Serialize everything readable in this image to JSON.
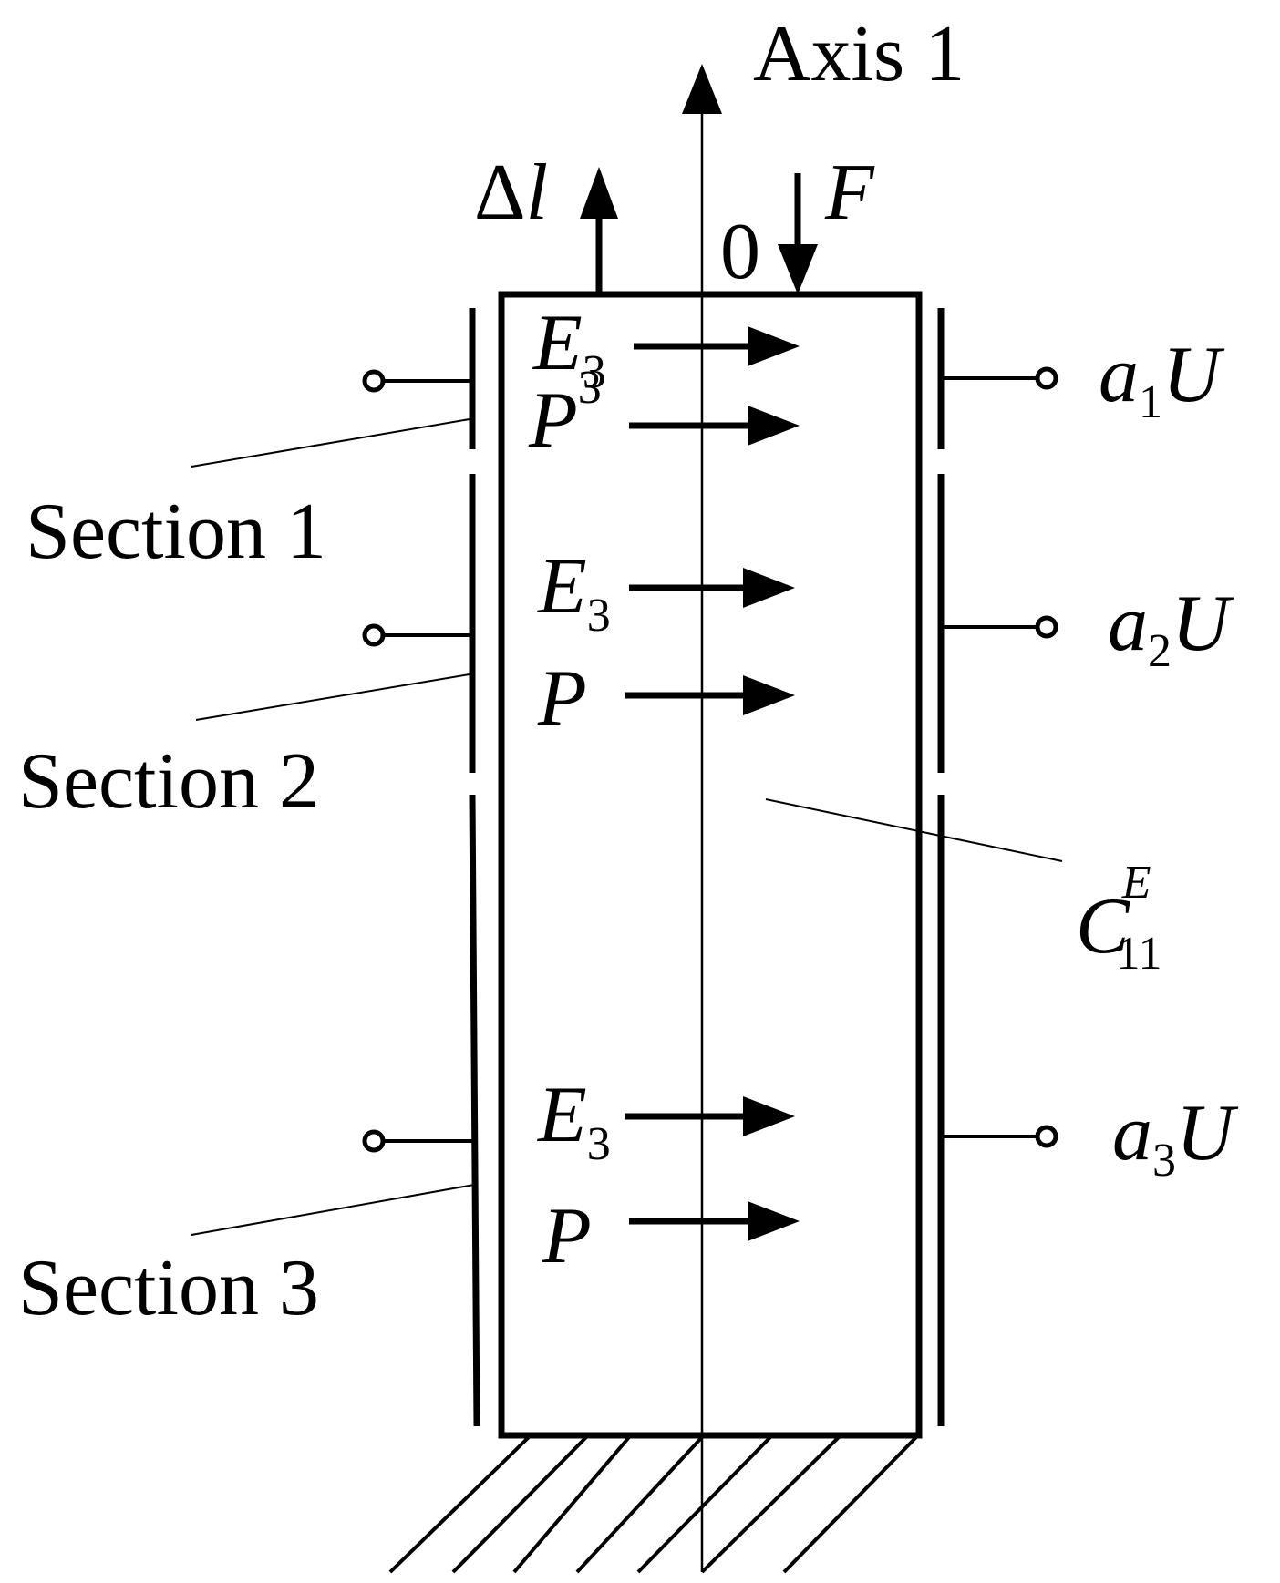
{
  "axis_label": "Axis 1",
  "origin_label": "0",
  "displacement": {
    "symbol": "Δ",
    "var": "l"
  },
  "force_label": "F",
  "sections": [
    {
      "label": "Section 1"
    },
    {
      "label": "Section 2"
    },
    {
      "label": "Section 3"
    }
  ],
  "voltages": [
    {
      "coef": "a",
      "sub": "1",
      "var": "U"
    },
    {
      "coef": "a",
      "sub": "2",
      "var": "U"
    },
    {
      "coef": "a",
      "sub": "3",
      "var": "U"
    }
  ],
  "field_labels": [
    {
      "e_var": "E",
      "e_sub": "3",
      "p_var": "P",
      "p_sup": "3"
    },
    {
      "e_var": "E",
      "e_sub": "3",
      "p_var": "P",
      "p_sup": ""
    },
    {
      "e_var": "E",
      "e_sub": "3",
      "p_var": "P",
      "p_sup": ""
    }
  ],
  "stiffness": {
    "var": "C",
    "sup": "E",
    "sub": "11"
  }
}
